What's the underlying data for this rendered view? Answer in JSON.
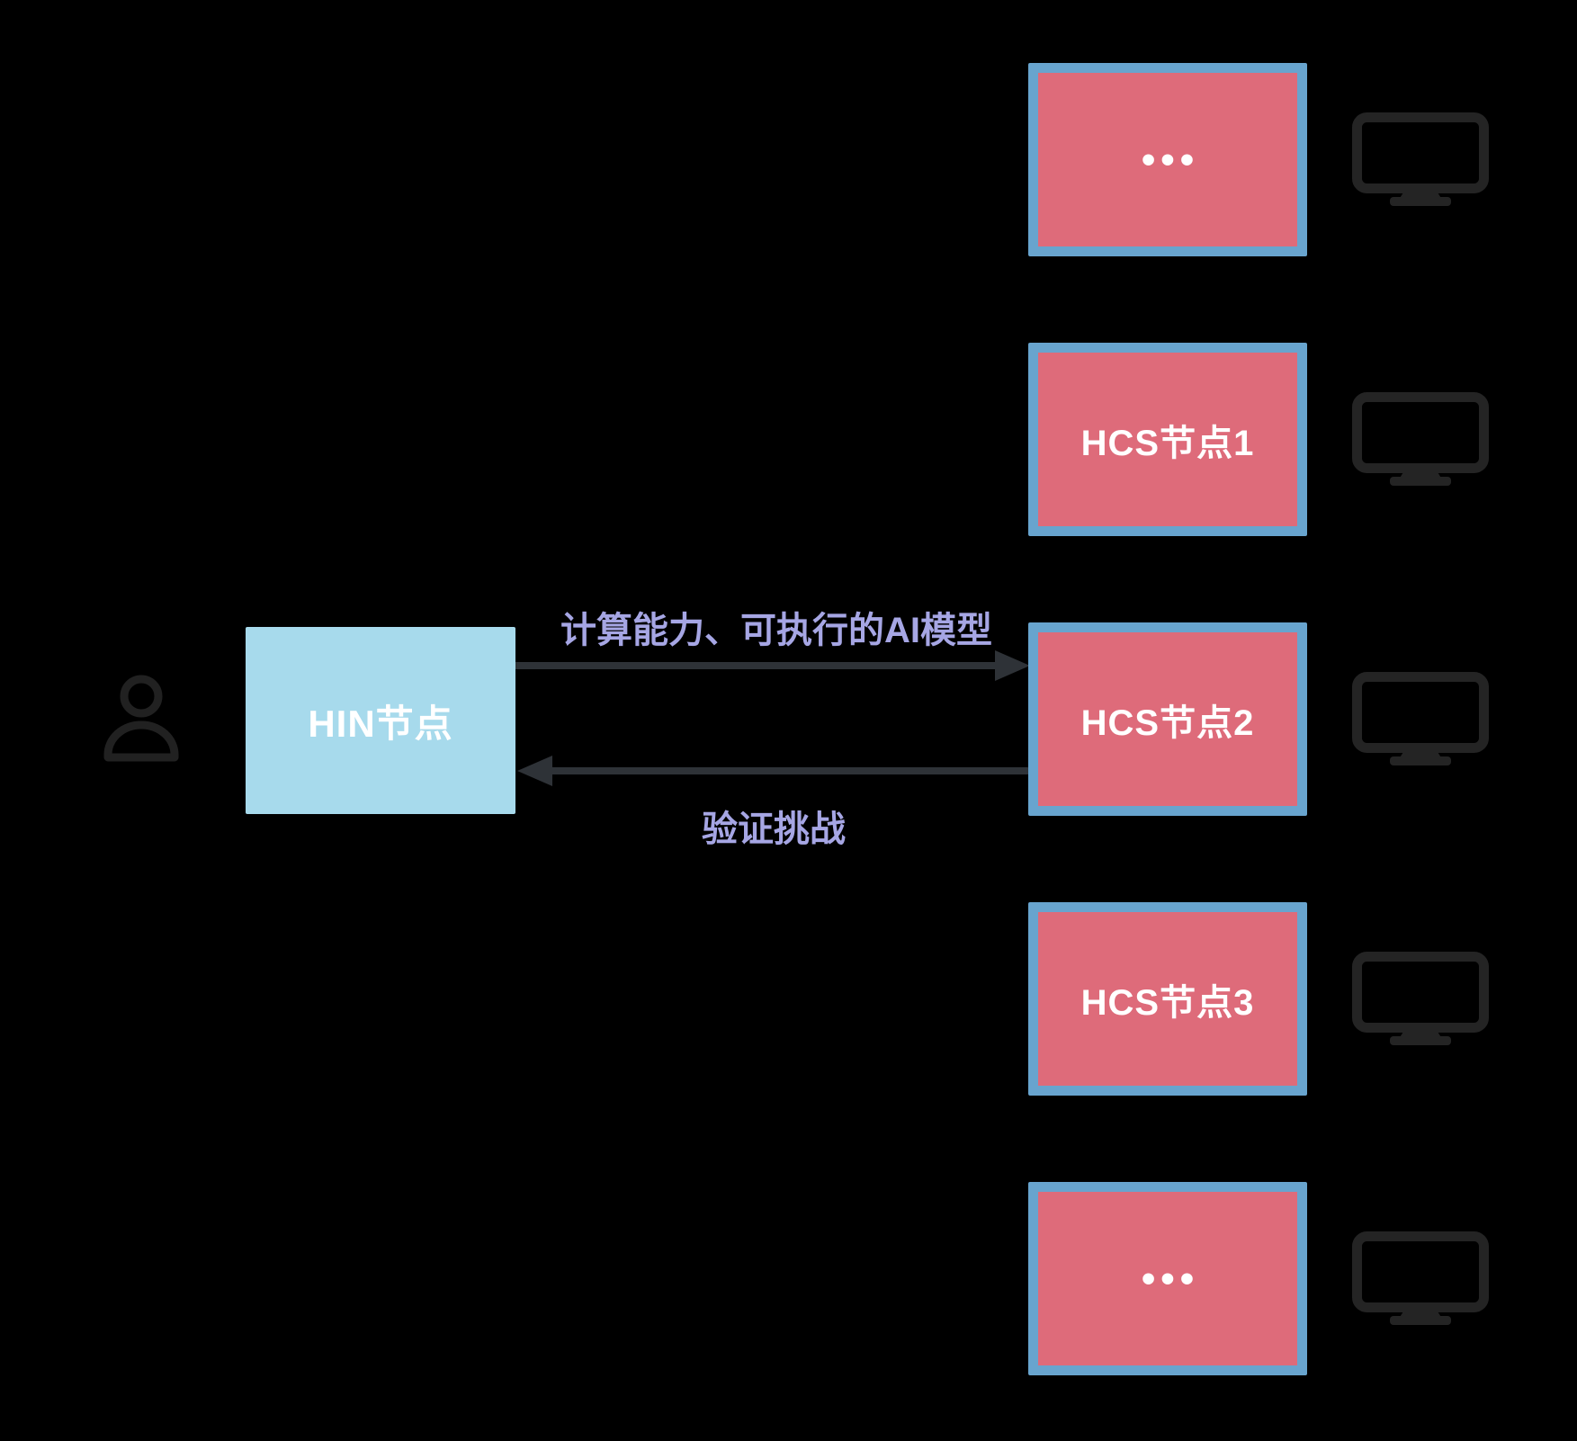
{
  "diagram": {
    "title_visible": false,
    "background_color": "#000000",
    "colors": {
      "hcs_node_fill": "#DE6B7A",
      "hcs_node_border": "#68A4CE",
      "hin_node_fill": "#A7DAEC",
      "arrow_label_text": "#A6A6E4",
      "arrow": "#2E3237",
      "box_text": "#FFFFFF",
      "person_icon": "#212121",
      "monitor_icon": "#242424"
    },
    "user": {
      "icon": "person-icon"
    },
    "hin_node": {
      "label": "HIN节点"
    },
    "arrows": {
      "forward": {
        "direction": "right",
        "label": "计算能力、可执行的AI模型"
      },
      "backward": {
        "direction": "left",
        "label": "验证挑战"
      }
    },
    "hcs_nodes": [
      {
        "label": "•••",
        "type": "ellipsis",
        "icon": "monitor-icon"
      },
      {
        "label": "HCS节点1",
        "type": "named",
        "icon": "monitor-icon"
      },
      {
        "label": "HCS节点2",
        "type": "named",
        "icon": "monitor-icon"
      },
      {
        "label": "HCS节点3",
        "type": "named",
        "icon": "monitor-icon"
      },
      {
        "label": "•••",
        "type": "ellipsis",
        "icon": "monitor-icon"
      }
    ]
  }
}
